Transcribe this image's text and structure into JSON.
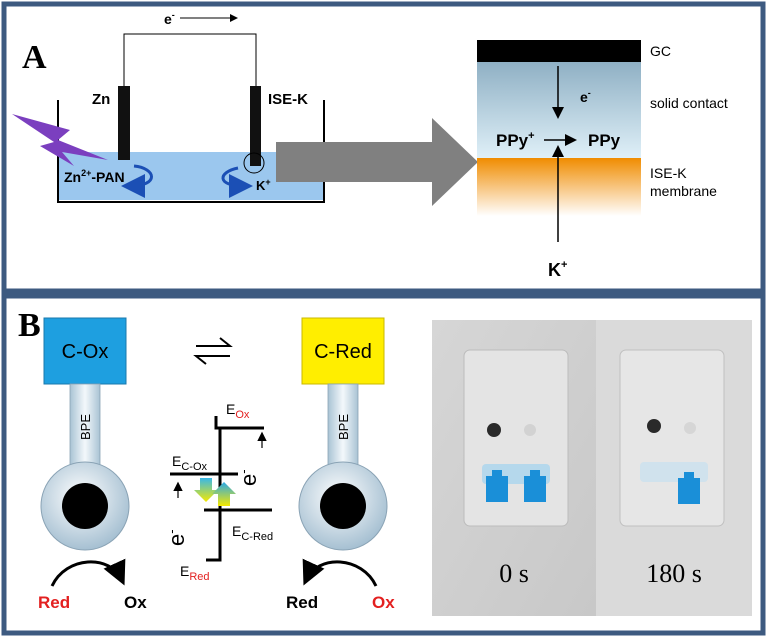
{
  "panelA": {
    "letter": "A",
    "electron_top": "e",
    "electron_top_sup": "-",
    "zn_label": "Zn",
    "isek_label": "ISE-K",
    "zn_pan_prefix": "Zn",
    "zn_pan_sup": "2+",
    "zn_pan_suffix": "-PAN",
    "kplus_small": "K",
    "kplus_small_sup": "+",
    "layers": {
      "gc": "GC",
      "solid_contact": "solid contact",
      "membrane_line1": "ISE-K",
      "membrane_line2": "membrane",
      "electron": "e",
      "electron_sup": "-",
      "ppy_plus": "PPy",
      "ppy_plus_sup": "+",
      "ppy": "PPy",
      "kplus": "K",
      "kplus_sup": "+"
    }
  },
  "panelB": {
    "letter": "B",
    "cox_label": "C-Ox",
    "cred_label": "C-Red",
    "bpe_label": "BPE",
    "left_red": "Red",
    "left_ox": "Ox",
    "right_red": "Red",
    "right_ox": "Ox",
    "energy": {
      "e_ox_main": "E",
      "e_ox_sub": "Ox",
      "e_cox_main": "E",
      "e_cox_sub": "C-Ox",
      "e_cred_main": "E",
      "e_cred_sub": "C-Red",
      "e_red_main": "E",
      "e_red_sub": "Red",
      "electron_right": "e",
      "electron_left": "e",
      "electron_sup": "-"
    },
    "photo_left_label": "0 s",
    "photo_right_label": "180 s"
  },
  "colors": {
    "frame": "#3d5a80",
    "cyan_box": "#1e9fe0",
    "yellow_box": "#ffee00",
    "red_text": "#e32020",
    "solution_blue": "#9bc7ee",
    "arrow_gray": "#808080",
    "electrode_blue": "#1b4fb5",
    "lightning": "#7b3fbf",
    "membrane_orange": "#f28a00",
    "photo_bg": "#dcdcdc"
  }
}
